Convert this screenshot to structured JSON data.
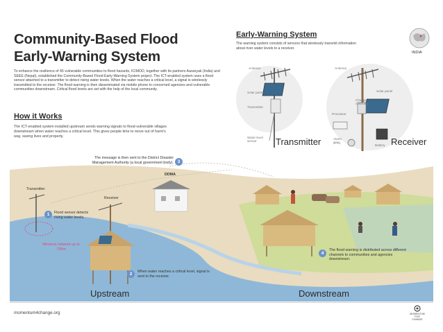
{
  "title": {
    "line1": "Community-Based Flood",
    "line2": "Early-Warning System"
  },
  "intro": "To enhance the resilience of 45 vulnerable communities to flood hazards, ICIMOD, together with its partners Aaranyak (India) and SEEE (Nepal), established the Community-Based Flood Early-Warning System project. The ICT-enabled system uses a flood sensor attached to a transmitter to detect rising water levels. When the water reaches a critical level, a signal is wirelessly transmitted to the receiver. The flood warning is then disseminated via mobile phone to concerned agencies and vulnerable communities downstream. Critical flood levels are set with the help of the local community.",
  "how_it_works": {
    "heading": "How it Works",
    "text": "The ICT-enabled system installed upstream sends warning signals to flood-vulnerable villages downstream when water reaches a critical level. This gives people time to move out of harm's way, saving lives and property."
  },
  "early_warning": {
    "heading": "Early-Warning System",
    "text": "The warning system consists of sensors that wirelessly transmit information about river water levels to a receiver.",
    "region": "INDIA"
  },
  "transmitter_panel": {
    "label": "Transmitter",
    "parts": {
      "antenna": "Antenna",
      "solar_panel": "Solar panel",
      "transmitter": "Transmitter",
      "sensor": "Water level sensor"
    }
  },
  "receiver_panel": {
    "label": "Receiver",
    "parts": {
      "antenna": "Antenna",
      "solar_panel": "Solar panel",
      "charge_controller": "Charge controller",
      "processor": "Processor",
      "alarm": "Alarm siren",
      "battery": "Battery"
    }
  },
  "scene": {
    "transmitter": "Transmitter",
    "receiver": "Receiver",
    "ddma": "DDMA",
    "network": "Wireless network up to 700m",
    "upstream": "Upstream",
    "downstream": "Downstream",
    "steps": [
      {
        "n": "1",
        "text": "Flood sensor detects rising water levels."
      },
      {
        "n": "2",
        "text": "When water reaches a critical level, signal is sent to the receiver."
      },
      {
        "n": "3",
        "text": "The message is then sent to the District Disaster Management Authority (a local government body)."
      },
      {
        "n": "4",
        "text": "The flood warning is distributed across different channels to communities and agencies downstream."
      }
    ]
  },
  "footer": {
    "url": "momentum4change.org",
    "logo": "MOMENTUM FOR CHANGE"
  },
  "colors": {
    "river": "#8fb8d8",
    "land": "#e9dcc0",
    "field": "#cfdc9a",
    "accent": "#6a93c8",
    "network": "#e0457a"
  }
}
